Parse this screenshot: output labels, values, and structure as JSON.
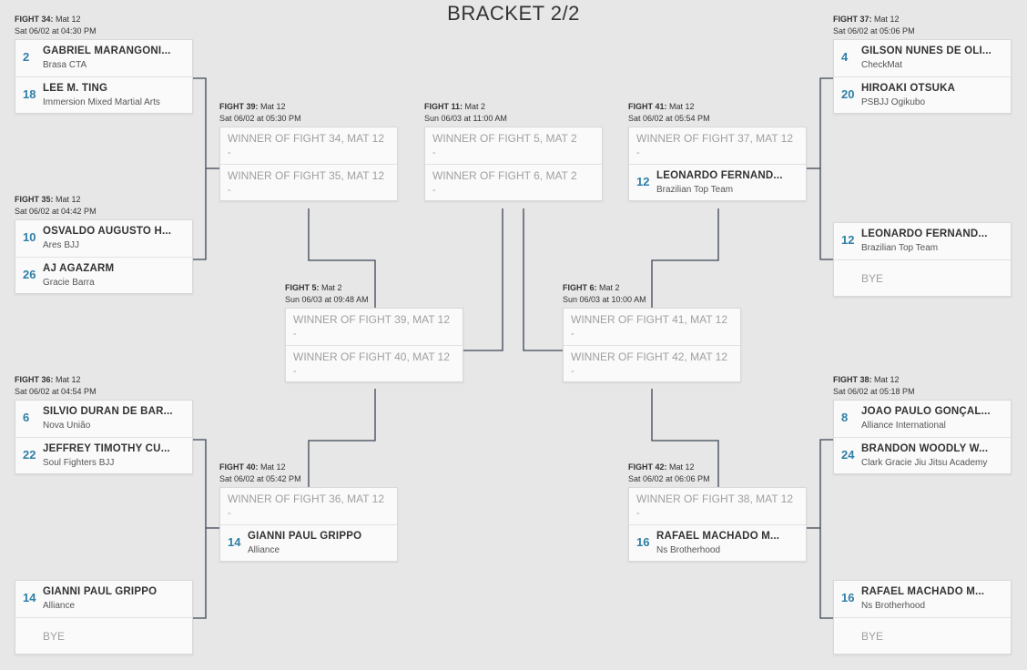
{
  "page": {
    "title": "BRACKET 2/2"
  },
  "fights": {
    "f34": {
      "label": "FIGHT 34:",
      "mat": "Mat 12",
      "time": "Sat 06/02 at 04:30 PM",
      "top": {
        "seed": "2",
        "name": "GABRIEL MARANGONI...",
        "team": "Brasa CTA"
      },
      "bottom": {
        "seed": "18",
        "name": "LEE M. TING",
        "team": "Immersion Mixed Martial Arts"
      }
    },
    "f35": {
      "label": "FIGHT 35:",
      "mat": "Mat 12",
      "time": "Sat 06/02 at 04:42 PM",
      "top": {
        "seed": "10",
        "name": "OSVALDO AUGUSTO H...",
        "team": "Ares BJJ"
      },
      "bottom": {
        "seed": "26",
        "name": "AJ AGAZARM",
        "team": "Gracie Barra"
      }
    },
    "f36": {
      "label": "FIGHT 36:",
      "mat": "Mat 12",
      "time": "Sat 06/02 at 04:54 PM",
      "top": {
        "seed": "6",
        "name": "SILVIO DURAN DE BAR...",
        "team": "Nova União"
      },
      "bottom": {
        "seed": "22",
        "name": "JEFFREY TIMOTHY CU...",
        "team": "Soul Fighters BJJ"
      }
    },
    "left_bye": {
      "top": {
        "seed": "14",
        "name": "GIANNI PAUL GRIPPO",
        "team": "Alliance"
      },
      "bottom": {
        "bye": "BYE"
      }
    },
    "f37": {
      "label": "FIGHT 37:",
      "mat": "Mat 12",
      "time": "Sat 06/02 at 05:06 PM",
      "top": {
        "seed": "4",
        "name": "GILSON NUNES DE OLI...",
        "team": "CheckMat"
      },
      "bottom": {
        "seed": "20",
        "name": "HIROAKI OTSUKA",
        "team": "PSBJJ Ogikubo"
      }
    },
    "right_bye1": {
      "top": {
        "seed": "12",
        "name": "LEONARDO FERNAND...",
        "team": "Brazilian Top Team"
      },
      "bottom": {
        "bye": "BYE"
      }
    },
    "f38": {
      "label": "FIGHT 38:",
      "mat": "Mat 12",
      "time": "Sat 06/02 at 05:18 PM",
      "top": {
        "seed": "8",
        "name": "JOÃO PAULO GONÇAL...",
        "team": "Alliance International"
      },
      "bottom": {
        "seed": "24",
        "name": "BRANDON WOODLY W...",
        "team": "Clark Gracie Jiu Jitsu Academy"
      }
    },
    "right_bye2": {
      "top": {
        "seed": "16",
        "name": "RAFAEL MACHADO M...",
        "team": "Ns Brotherhood"
      },
      "bottom": {
        "bye": "BYE"
      }
    },
    "f39": {
      "label": "FIGHT 39:",
      "mat": "Mat 12",
      "time": "Sat 06/02 at 05:30 PM",
      "top": {
        "placeholder": "WINNER OF FIGHT 34, MAT 12",
        "dash": "-"
      },
      "bottom": {
        "placeholder": "WINNER OF FIGHT 35, MAT 12",
        "dash": "-"
      }
    },
    "f40": {
      "label": "FIGHT 40:",
      "mat": "Mat 12",
      "time": "Sat 06/02 at 05:42 PM",
      "top": {
        "placeholder": "WINNER OF FIGHT 36, MAT 12",
        "dash": "-"
      },
      "bottom": {
        "seed": "14",
        "name": "GIANNI PAUL GRIPPO",
        "team": "Alliance"
      }
    },
    "f41": {
      "label": "FIGHT 41:",
      "mat": "Mat 12",
      "time": "Sat 06/02 at 05:54 PM",
      "top": {
        "placeholder": "WINNER OF FIGHT 37, MAT 12",
        "dash": "-"
      },
      "bottom": {
        "seed": "12",
        "name": "LEONARDO FERNAND...",
        "team": "Brazilian Top Team"
      }
    },
    "f42": {
      "label": "FIGHT 42:",
      "mat": "Mat 12",
      "time": "Sat 06/02 at 06:06 PM",
      "top": {
        "placeholder": "WINNER OF FIGHT 38, MAT 12",
        "dash": "-"
      },
      "bottom": {
        "seed": "16",
        "name": "RAFAEL MACHADO M...",
        "team": "Ns Brotherhood"
      }
    },
    "f5": {
      "label": "FIGHT 5:",
      "mat": "Mat 2",
      "time": "Sun 06/03 at 09:48 AM",
      "top": {
        "placeholder": "WINNER OF FIGHT 39, MAT 12",
        "dash": "-"
      },
      "bottom": {
        "placeholder": "WINNER OF FIGHT 40, MAT 12",
        "dash": "-"
      }
    },
    "f6": {
      "label": "FIGHT 6:",
      "mat": "Mat 2",
      "time": "Sun 06/03 at 10:00 AM",
      "top": {
        "placeholder": "WINNER OF FIGHT 41, MAT 12",
        "dash": "-"
      },
      "bottom": {
        "placeholder": "WINNER OF FIGHT 42, MAT 12",
        "dash": "-"
      }
    },
    "f11": {
      "label": "FIGHT 11:",
      "mat": "Mat 2",
      "time": "Sun 06/03 at 11:00 AM",
      "top": {
        "placeholder": "WINNER OF FIGHT 5, MAT 2",
        "dash": "-"
      },
      "bottom": {
        "placeholder": "WINNER OF FIGHT 6, MAT 2",
        "dash": "-"
      }
    }
  }
}
